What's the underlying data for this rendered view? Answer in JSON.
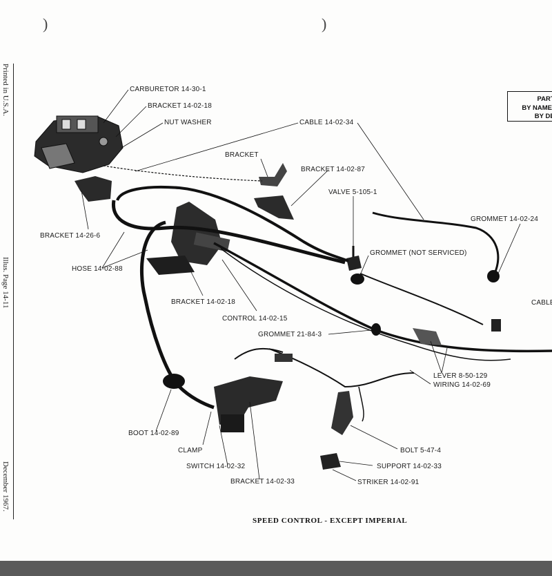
{
  "page_marks": {
    "left_paren": ")",
    "right_paren": ")"
  },
  "margin": {
    "printed": "Printed in U.S.A.",
    "illus": "Illus. Page 14-11",
    "date": "December 1967."
  },
  "parts_box": {
    "line1": "PARTS",
    "line2": "BY NAME O",
    "line3": "BY DES"
  },
  "labels": {
    "carburetor": "CARBURETOR 14-30-1",
    "bracket_1": "BRACKET 14-02-18",
    "nut_washer": "NUT  WASHER",
    "cable": "CABLE 14-02-34",
    "bracket_plain": "BRACKET",
    "bracket_87": "BRACKET 14-02-87",
    "valve": "VALVE 5-105-1",
    "grommet_24": "GROMMET 14-02-24",
    "cable_right": "CABLE",
    "bracket_26": "BRACKET 14-26-6",
    "grommet_ns": "GROMMET (NOT SERVICED)",
    "hose": "HOSE 14-02-88",
    "bracket_2": "BRACKET 14-02-18",
    "control": "CONTROL 14-02-15",
    "grommet_21": "GROMMET 21-84-3",
    "lever": "LEVER 8-50-129",
    "wiring": "WIRING 14-02-69",
    "boot": "BOOT 14-02-89",
    "bolt": "BOLT 5-47-4",
    "clamp": "CLAMP",
    "support": "SUPPORT 14-02-33",
    "switch": "SWITCH 14-02-32",
    "bracket_33": "BRACKET 14-02-33",
    "striker": "STRIKER 14-02-91"
  },
  "caption": "SPEED CONTROL - EXCEPT IMPERIAL"
}
